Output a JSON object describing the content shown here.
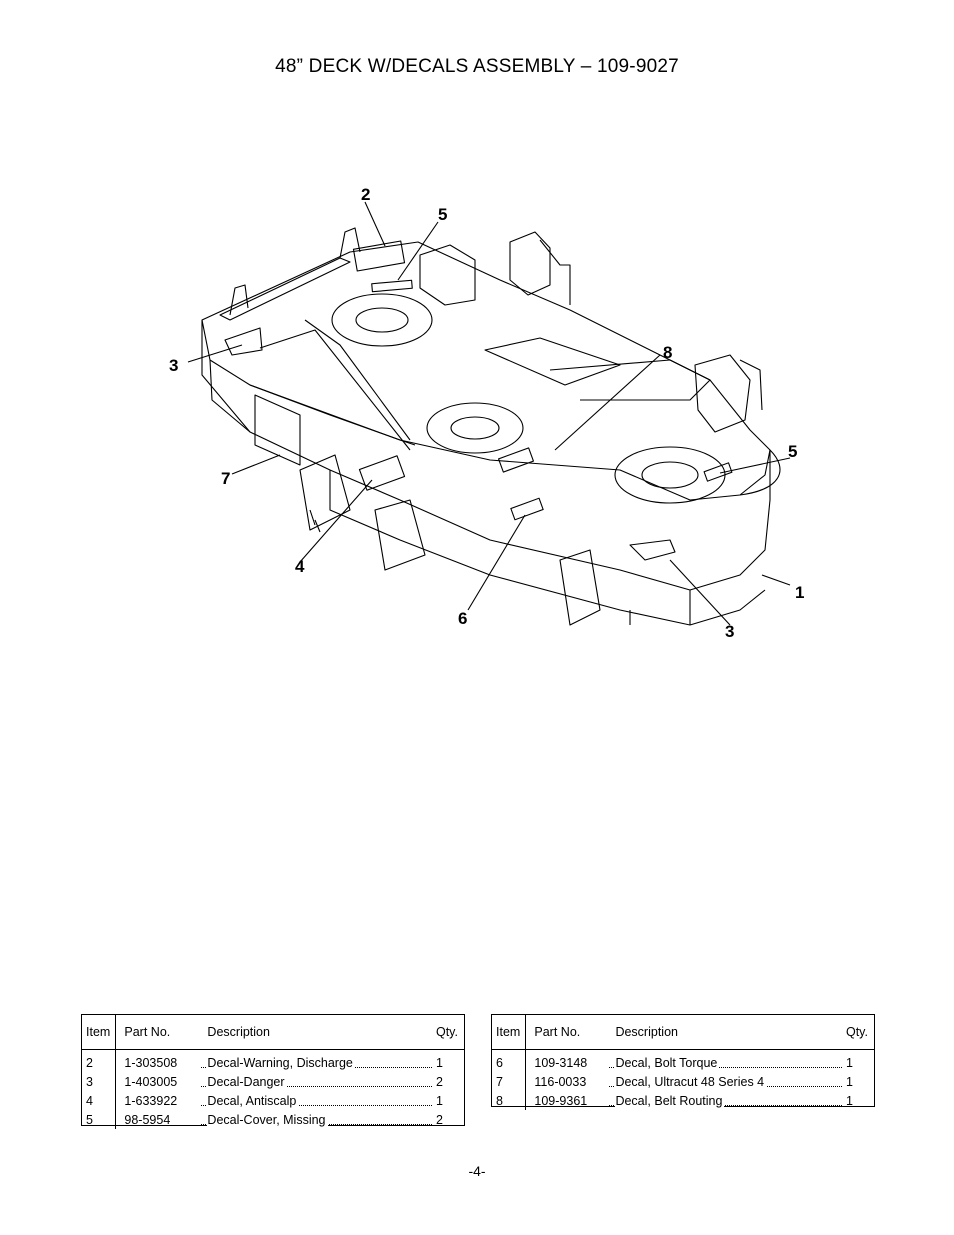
{
  "page": {
    "title": "48” DECK W/DECALS ASSEMBLY – 109-9027",
    "page_number": "-4-"
  },
  "diagram": {
    "callouts": [
      "2",
      "5",
      "3",
      "8",
      "5",
      "7",
      "1",
      "4",
      "6",
      "3"
    ]
  },
  "table_headers": {
    "item": "Item",
    "part_no": "Part No.",
    "description": "Description",
    "qty": "Qty."
  },
  "parts_left": [
    {
      "item": "2",
      "part_no": "1-303508",
      "description": "Decal-Warning, Discharge",
      "qty": "1"
    },
    {
      "item": "3",
      "part_no": "1-403005",
      "description": "Decal-Danger",
      "qty": "2"
    },
    {
      "item": "4",
      "part_no": "1-633922",
      "description": "Decal, Antiscalp",
      "qty": "1"
    },
    {
      "item": "5",
      "part_no": "98-5954",
      "description": "Decal-Cover, Missing",
      "qty": "2"
    }
  ],
  "parts_right": [
    {
      "item": "6",
      "part_no": "109-3148",
      "description": "Decal, Bolt Torque",
      "qty": "1"
    },
    {
      "item": "7",
      "part_no": "116-0033",
      "description": "Decal, Ultracut 48 Series 4",
      "qty": "1"
    },
    {
      "item": "8",
      "part_no": "109-9361",
      "description": "Decal, Belt Routing",
      "qty": "1"
    }
  ]
}
